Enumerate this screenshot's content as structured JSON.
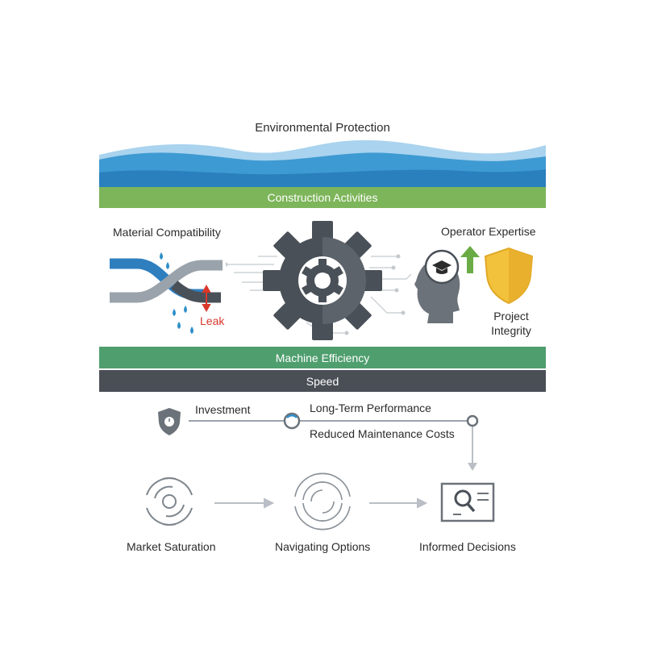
{
  "header": {
    "title": "Environmental Protection"
  },
  "bands": {
    "construction": "Construction Activities",
    "machine": "Machine Efficiency",
    "speed": "Speed"
  },
  "middle": {
    "material": "Material Compatibility",
    "leak": "Leak",
    "operator": "Operator Expertise",
    "project_line1": "Project",
    "project_line2": "Integrity"
  },
  "timeline": {
    "investment": "Investment",
    "long_term": "Long-Term Performance",
    "reduced": "Reduced Maintenance Costs"
  },
  "flow": {
    "market": "Market Saturation",
    "navigating": "Navigating Options",
    "informed": "Informed Decisions"
  },
  "colors": {
    "water_dark": "#2f8fc9",
    "water_light": "#8fc6e8",
    "green_band": "#7db55a",
    "teal_band": "#4f9e6e",
    "slate_band": "#4a4f56",
    "gear": "#4a5058",
    "shield": "#f3c23c",
    "arrow_up": "#6aab46",
    "leak_red": "#d9372b"
  }
}
